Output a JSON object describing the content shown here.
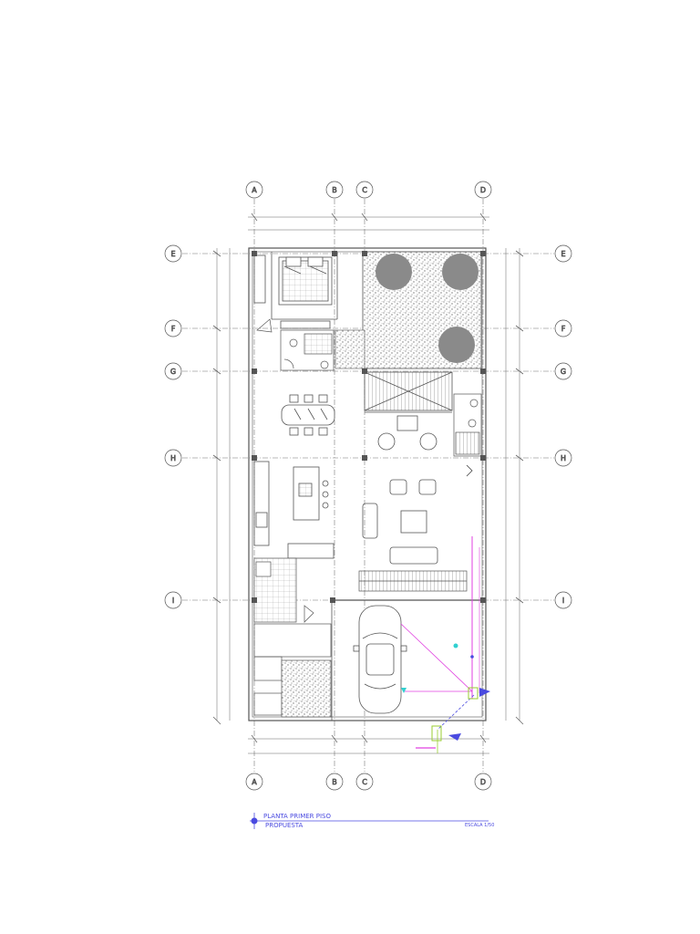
{
  "grid": {
    "columns": [
      "A",
      "B",
      "C",
      "D"
    ],
    "rows": [
      "E",
      "F",
      "G",
      "H",
      "I"
    ]
  },
  "title_block": {
    "title": "PLANTA PRIMER PISO",
    "subtitle": "PROPUESTA",
    "scale": "ESCALA 1/50"
  },
  "colors": {
    "line": "#555555",
    "hatch": "#9a9a9a",
    "accent_magenta": "#e040e0",
    "accent_cyan": "#30d0d0",
    "accent_blue": "#4a4ae0"
  }
}
